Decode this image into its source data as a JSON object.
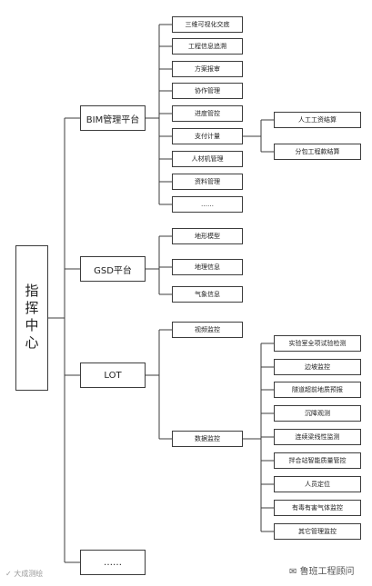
{
  "root": {
    "label": "指挥中心"
  },
  "platforms": [
    {
      "label": "BIM管理平台",
      "children": [
        {
          "label": "三维可视化交底"
        },
        {
          "label": "工程信息追溯"
        },
        {
          "label": "方案报审"
        },
        {
          "label": "协作管理"
        },
        {
          "label": "进度管控"
        },
        {
          "label": "支付计量",
          "children": [
            {
              "label": "人工工资结算"
            },
            {
              "label": "分包工程款结算"
            }
          ]
        },
        {
          "label": "人材机管理"
        },
        {
          "label": "资料管理"
        },
        {
          "label": "……"
        }
      ]
    },
    {
      "label": "GSD平台",
      "children": [
        {
          "label": "地形模型"
        },
        {
          "label": "地理信息"
        },
        {
          "label": "气象信息"
        }
      ]
    },
    {
      "label": "LOT",
      "children": [
        {
          "label": "视频监控"
        },
        {
          "label": "数据监控",
          "children": [
            {
              "label": "实验室全项试验检测"
            },
            {
              "label": "边坡监控"
            },
            {
              "label": "隧道超前地质预报"
            },
            {
              "label": "沉降观测"
            },
            {
              "label": "连续梁线性监测"
            },
            {
              "label": "拌合站智能质量管控"
            },
            {
              "label": "人员定位"
            },
            {
              "label": "有毒有害气体监控"
            },
            {
              "label": "其它管理监控"
            }
          ]
        }
      ]
    },
    {
      "label": "……",
      "children": []
    }
  ],
  "watermark": {
    "left": "大成测绘",
    "right": "鲁班工程顾问"
  },
  "colors": {
    "line": "#3c3c3c",
    "text": "#222222"
  }
}
